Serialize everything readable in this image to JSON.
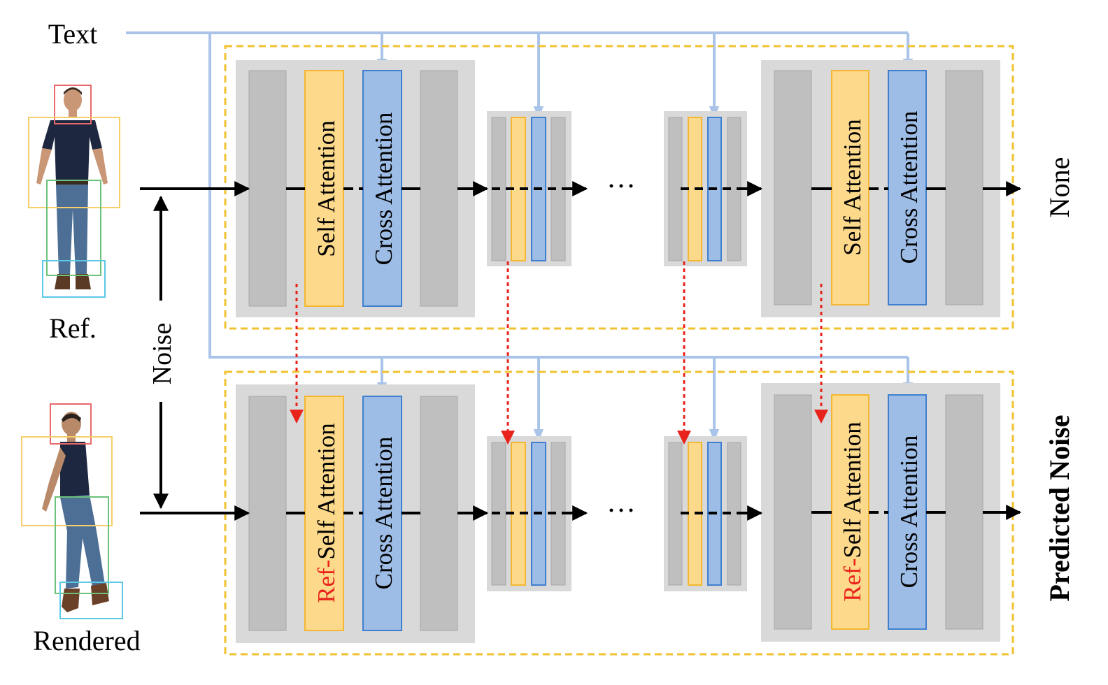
{
  "labels": {
    "text_input": "Text",
    "ref_image": "Ref.",
    "rendered_image": "Rendered",
    "noise": "Noise",
    "top_output": "None",
    "bottom_output": "Predicted Noise",
    "ellipsis": "···"
  },
  "blocks": {
    "self_attention": "Self Attention",
    "cross_attention": "Cross Attention",
    "ref_prefix": "Ref-",
    "ref_self_attention_rest": "Self Attention"
  },
  "colors": {
    "text_line": "#a9c4e8",
    "dashed_box": "#f2c230",
    "block_bg": "#d9d9d9",
    "gray_bar": "#bfbfbf",
    "self_attn_fill": "#fdd98c",
    "self_attn_stroke": "#f5b731",
    "cross_attn_fill": "#9dbde6",
    "cross_attn_stroke": "#3f7fd0",
    "ref_arrow": "#e8231b",
    "ref_prefix_text": "#e8231b"
  }
}
